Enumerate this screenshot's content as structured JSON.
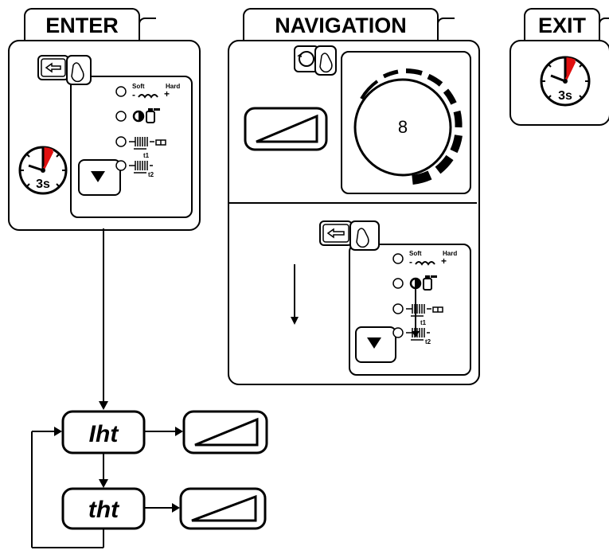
{
  "tabs": {
    "enter": "ENTER",
    "navigation": "NAVIGATION",
    "exit": "EXIT"
  },
  "timer_label": "3s",
  "panel": {
    "soft_label": "Soft",
    "hard_label": "Hard",
    "t1_label": "t1",
    "t2_label": "t2",
    "minus": "-",
    "plus": "+"
  },
  "knob_digit": "8",
  "menu_codes": [
    "Iht",
    "tht"
  ],
  "colors": {
    "line": "#000000",
    "timer_sector": "#e01010",
    "background": "#ffffff"
  },
  "icons": [
    "enter-key-icon",
    "rotary-knob-icon",
    "clock-timer-icon",
    "down-arrow-button-icon",
    "wedge-parameter-icon",
    "gas-cylinder-icon",
    "timer-half-icon"
  ]
}
